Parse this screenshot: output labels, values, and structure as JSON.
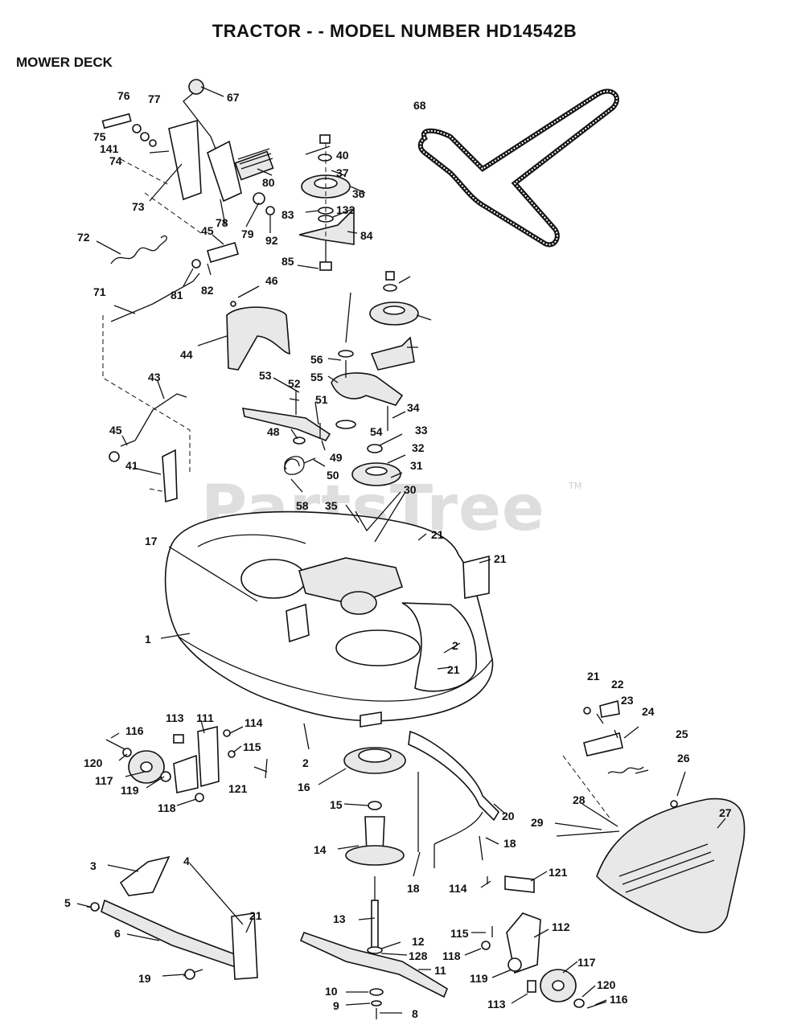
{
  "title": "TRACTOR - - MODEL NUMBER HD14542B",
  "section": "MOWER DECK",
  "watermark": {
    "text": "PartsTree",
    "tm": "TM"
  },
  "callouts": [
    "76",
    "77",
    "67",
    "68",
    "75",
    "141",
    "74",
    "73",
    "80",
    "78",
    "79",
    "92",
    "40",
    "37",
    "36",
    "83",
    "132",
    "84",
    "85",
    "72",
    "45",
    "82",
    "81",
    "71",
    "46",
    "44",
    "43",
    "45",
    "41",
    "53",
    "52",
    "55",
    "56",
    "48",
    "51",
    "49",
    "50",
    "58",
    "54",
    "33",
    "34",
    "32",
    "31",
    "30",
    "35",
    "21",
    "21",
    "17",
    "1",
    "2",
    "21",
    "21",
    "22",
    "23",
    "24",
    "25",
    "26",
    "27",
    "28",
    "29",
    "113",
    "111",
    "116",
    "114",
    "115",
    "120",
    "117",
    "119",
    "118",
    "121",
    "2",
    "16",
    "15",
    "20",
    "14",
    "18",
    "18",
    "114",
    "121",
    "3",
    "4",
    "5",
    "6",
    "21",
    "19",
    "13",
    "12",
    "128",
    "11",
    "10",
    "9",
    "8",
    "115",
    "112",
    "118",
    "119",
    "117",
    "120",
    "113",
    "116"
  ]
}
